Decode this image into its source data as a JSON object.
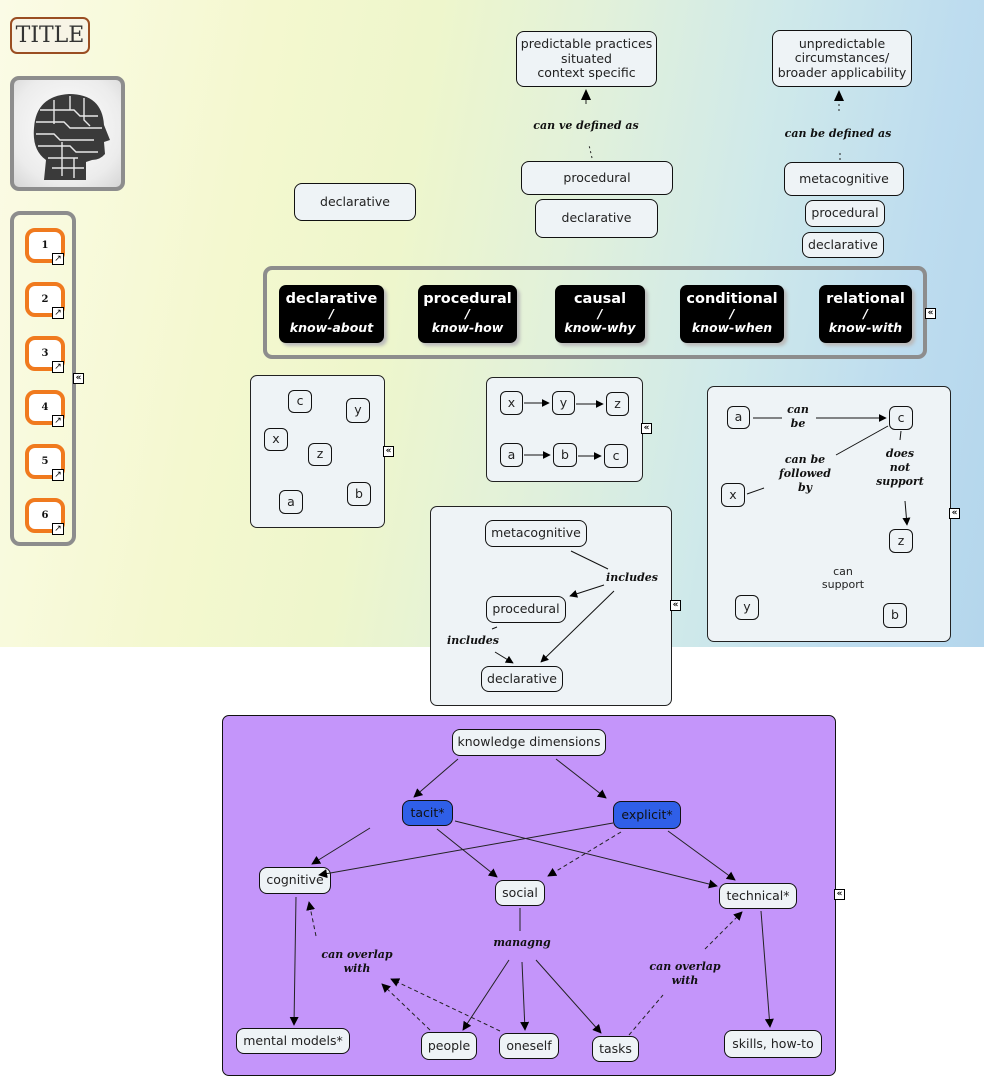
{
  "title": "TITLE",
  "header_image": {
    "icon": "circuit-head-icon"
  },
  "nav_buttons": [
    {
      "label": "1"
    },
    {
      "label": "2"
    },
    {
      "label": "3"
    },
    {
      "label": "4"
    },
    {
      "label": "5"
    },
    {
      "label": "6"
    }
  ],
  "collapse_glyph": "«",
  "link_glyph": "↗",
  "top": {
    "standalone_declarative": "declarative",
    "left_group": {
      "target": [
        "predictable practices",
        "situated",
        "context specific"
      ],
      "link_label": "can ve defined as",
      "stack": [
        "procedural",
        "declarative"
      ]
    },
    "right_group": {
      "target": [
        "unpredictable",
        "circumstances/",
        "broader applicability"
      ],
      "link_label": "can be defined as",
      "stack": [
        "metacognitive",
        "procedural",
        "declarative"
      ]
    }
  },
  "knowledge_types": [
    {
      "name": "declarative",
      "sep": "/",
      "alias": "know-about"
    },
    {
      "name": "procedural",
      "sep": "/",
      "alias": "know-how"
    },
    {
      "name": "causal",
      "sep": "/",
      "alias": "know-why"
    },
    {
      "name": "conditional",
      "sep": "/",
      "alias": "know-when"
    },
    {
      "name": "relational",
      "sep": "/",
      "alias": "know-with"
    }
  ],
  "declarative_panel": {
    "nodes": [
      "c",
      "y",
      "x",
      "z",
      "a",
      "b"
    ]
  },
  "procedural_panel": {
    "row1": [
      "x",
      "y",
      "z"
    ],
    "row2": [
      "a",
      "b",
      "c"
    ]
  },
  "relational_panel": {
    "nodes": {
      "a": "a",
      "c": "c",
      "x": "x",
      "z": "z",
      "y": "y",
      "b": "b"
    },
    "labels": {
      "can_be": [
        "can",
        "be"
      ],
      "followed": [
        "can be",
        "followed",
        "by"
      ],
      "not_support": [
        "does",
        "not",
        "support"
      ],
      "can_support": [
        "can",
        "support"
      ]
    }
  },
  "hierarchy_panel": {
    "nodes": {
      "metacognitive": "metacognitive",
      "procedural": "procedural",
      "declarative": "declarative"
    },
    "labels": {
      "includes_1": "includes",
      "includes_2": "includes"
    }
  },
  "dimensions": {
    "root": "knowledge dimensions",
    "tacit": "tacit*",
    "explicit": "explicit*",
    "cognitive": "cognitive",
    "social": "social",
    "technical": "technical*",
    "mental_models": "mental models*",
    "people": "people",
    "oneself": "oneself",
    "tasks": "tasks",
    "skills": "skills, how-to",
    "labels": {
      "overlap_left": [
        "can overlap",
        "with"
      ],
      "managing": "managng",
      "overlap_right": [
        "can overlap",
        "with"
      ]
    },
    "colors": {
      "panel": "#c495fa",
      "highlight": "#2f5fe8"
    }
  }
}
